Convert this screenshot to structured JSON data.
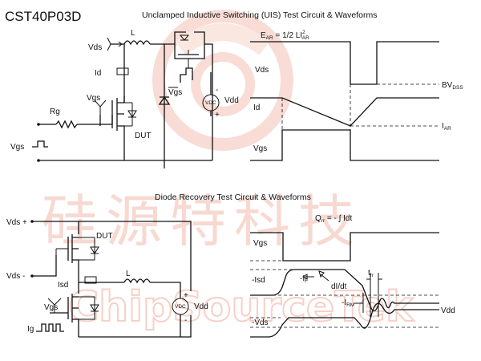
{
  "part_number": "CST40P03D",
  "uis": {
    "title": "Unclamped Inductive Switching (UIS) Test Circuit & Waveforms",
    "labels": {
      "vds": "Vds",
      "id": "Id",
      "vgs_gate": "Vgs",
      "rg": "Rg",
      "dut": "DUT",
      "vgs_source": "Vgs",
      "inductor": "L",
      "vgs_driver": "Vgs",
      "vdd": "Vdd",
      "vdc": "VDC"
    },
    "waveform": {
      "equation_main": "E",
      "equation_sub": "AR",
      "equation_rest": " = 1/2 LI",
      "equation_sup": "2",
      "equation_sub2": "AR",
      "vds": "Vds",
      "id": "Id",
      "vgs": "Vgs",
      "bv_main": "BV",
      "bv_sub": "DSS",
      "iar_main": "I",
      "iar_sub": "AR"
    }
  },
  "diode": {
    "title": "Diode Recovery Test Circuit & Waveforms",
    "labels": {
      "vds_plus": "Vds +",
      "dut": "DUT",
      "vds_minus": "Vds -",
      "isd": "Isd",
      "inductor": "L",
      "vgs": "Vgs",
      "vdd": "Vdd",
      "vdc": "VDC",
      "ig": "Ig",
      "plus": "+",
      "minus": "-"
    },
    "waveform": {
      "qrr_main": "Q",
      "qrr_sub": "rr",
      "qrr_rest": " = - ∫ Idt",
      "vgs": "Vgs",
      "isd": "-Isd",
      "if_main": "-I",
      "if_sub": "F",
      "didt": "dI/dt",
      "trr_main": "t",
      "trr_sub": "rr",
      "irm_main": "-I",
      "irm_sub": "RM",
      "vds": "-Vds",
      "vdd": "Vdd"
    }
  },
  "watermark": {
    "cjk": "硅源特科技",
    "latin": "ChipSourceTek"
  },
  "colors": {
    "ink": "#111111",
    "watermark": "#f3c1b4",
    "background": "#ffffff"
  }
}
